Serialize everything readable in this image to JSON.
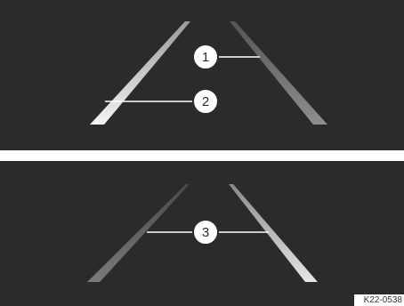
{
  "figure": {
    "top_panel": {
      "callouts": [
        {
          "number": "1",
          "target": "right-lane-line-grey"
        },
        {
          "number": "2",
          "target": "left-lane-line-white"
        }
      ]
    },
    "bottom_panel": {
      "callouts": [
        {
          "number": "3",
          "target": "both-lane-lines"
        }
      ]
    },
    "reference_code": "K22-0538"
  },
  "colors": {
    "background": "#2b2b2b",
    "lane_active": "#f2f2f2",
    "lane_inactive": "#8a8a8a",
    "callout": "#ffffff",
    "leader": "#ffffff"
  }
}
